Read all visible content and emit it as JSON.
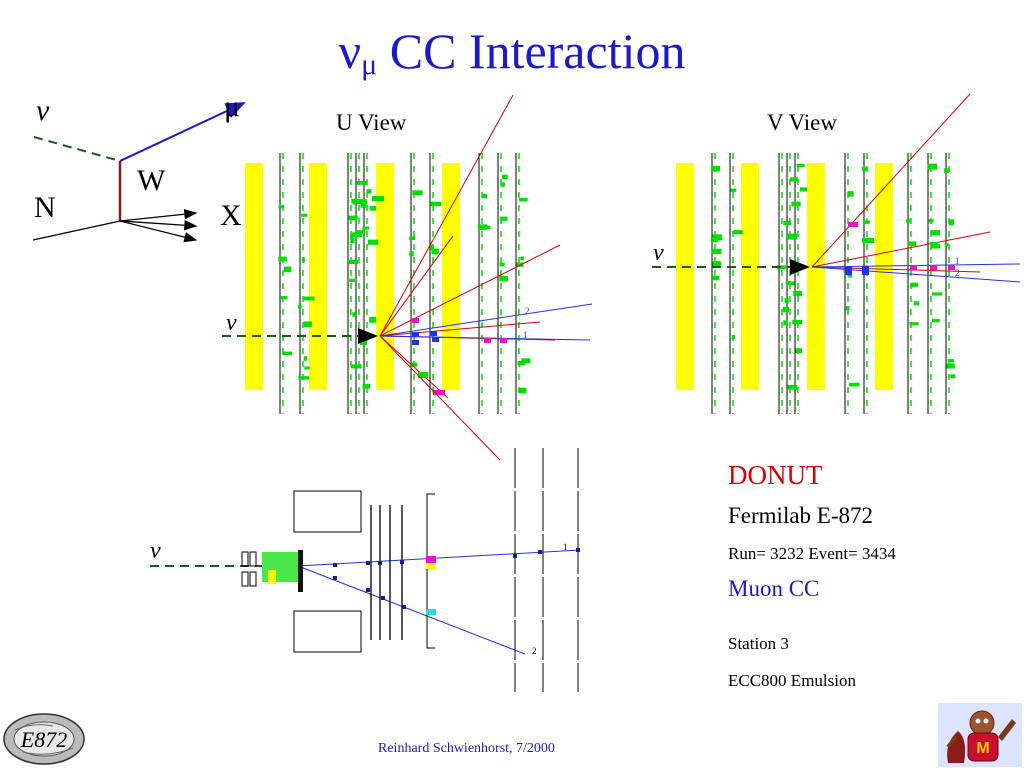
{
  "title": {
    "main": "ν",
    "sub": "μ",
    "rest": " CC Interaction"
  },
  "feynman": {
    "nu": "ν",
    "mu": "μ",
    "w": "W",
    "n": "N",
    "x": "X"
  },
  "views": {
    "u_view": "U View",
    "v_view": "V View"
  },
  "track_labels": {
    "one": "1",
    "two": "2"
  },
  "neutrino_symbol": "ν",
  "info": {
    "experiment": "DONUT",
    "lab": "Fermilab E-872",
    "run_event": "Run= 3232 Event=  3434",
    "type": "Muon CC",
    "station": "Station 3",
    "emulsion": "ECC800 Emulsion"
  },
  "footer": "Reinhard Schwienhorst, 7/2000",
  "logos": {
    "left": "E872",
    "right": "goldy-mascot-logo"
  },
  "colors": {
    "title": "#1a1ac8",
    "accent_red": "#e00000",
    "yellow": "#ffff00",
    "green": "#00dd00",
    "blue_track": "#2233dd",
    "magenta": "#ee11cc"
  }
}
